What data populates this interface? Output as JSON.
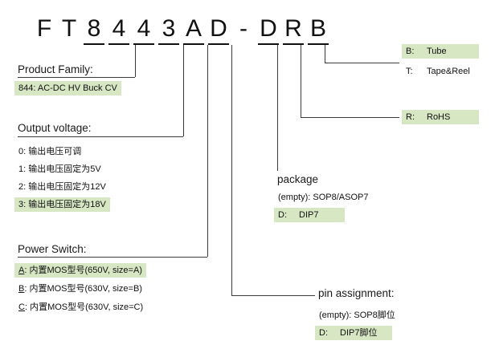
{
  "part_number": {
    "chars": [
      "F",
      "T",
      "8",
      "4",
      "4",
      "3",
      "A",
      "D",
      "-",
      "D",
      "R",
      "B"
    ]
  },
  "sections": {
    "product_family": {
      "label": "Product Family:",
      "options": [
        {
          "text": "844: AC-DC HV Buck CV",
          "highlighted": true
        }
      ]
    },
    "output_voltage": {
      "label": "Output voltage:",
      "options": [
        {
          "text": "0: 输出电压可调",
          "highlighted": false
        },
        {
          "text": "1: 输出电压固定为5V",
          "highlighted": false
        },
        {
          "text": "2: 输出电压固定为12V",
          "highlighted": false
        },
        {
          "text": "3: 输出电压固定为18V",
          "highlighted": true
        }
      ]
    },
    "power_switch": {
      "label": "Power Switch:",
      "options": [
        {
          "code": "A",
          "text": ": 内置MOS型号(650V, size=A)",
          "highlighted": true
        },
        {
          "code": "B",
          "text": ": 内置MOS型号(630V, size=B)",
          "highlighted": false
        },
        {
          "code": "C",
          "text": ": 内置MOS型号(630V, size=C)",
          "highlighted": false
        }
      ]
    },
    "package": {
      "label": "package",
      "options": [
        {
          "text": "(empty): SOP8/ASOP7",
          "highlighted": false
        },
        {
          "code": "D:",
          "value": "DIP7",
          "highlighted": true
        }
      ]
    },
    "pin_assignment": {
      "label": "pin assignment:",
      "options": [
        {
          "text": "(empty): SOP8脚位",
          "highlighted": false
        },
        {
          "code": "D:",
          "value": "DIP7脚位",
          "highlighted": true
        }
      ]
    },
    "rohs": {
      "options": [
        {
          "code": "R:",
          "value": "RoHS",
          "highlighted": true
        }
      ]
    },
    "packing": {
      "options": [
        {
          "code": "B:",
          "value": "Tube",
          "highlighted": true
        },
        {
          "code": "T:",
          "value": "Tape&Reel",
          "highlighted": false
        }
      ]
    }
  },
  "colors": {
    "highlight": "#d7e6c3",
    "line": "#3a3a3a"
  }
}
